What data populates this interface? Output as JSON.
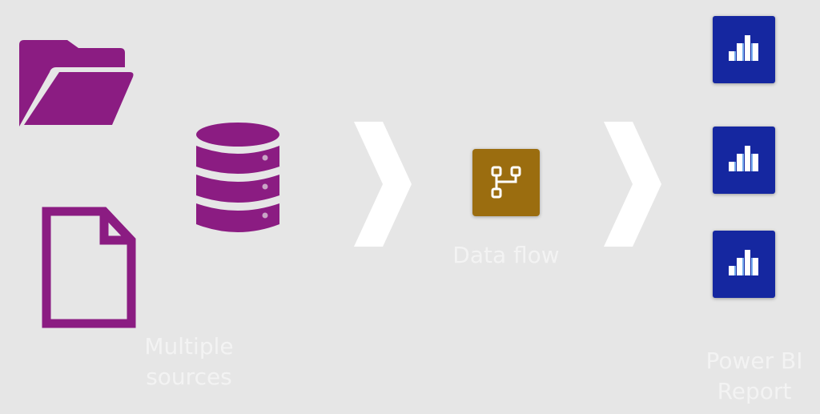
{
  "diagram": {
    "title": "",
    "colors": {
      "background": "#e6e6e6",
      "source_icons": "#8b1c82",
      "dataflow_tile": "#9b6d0f",
      "report_tile": "#1527a0",
      "arrows": "#ffffff",
      "label_text": "#f3f3f3"
    },
    "sources": {
      "label_line1": "Multiple",
      "label_line2": "sources",
      "icons": [
        "folder-open-icon",
        "file-icon",
        "database-icon"
      ]
    },
    "dataflow": {
      "label": "Data flow",
      "icon": "dataflow-icon"
    },
    "reports": {
      "label_line1": "Power BI",
      "label_line2": "Report",
      "count": 3,
      "icon": "bar-chart-icon"
    },
    "arrows": [
      "chevron-right-icon",
      "chevron-right-icon"
    ]
  }
}
